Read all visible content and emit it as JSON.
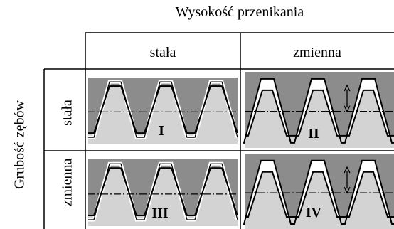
{
  "title": "Wysokość przenikania",
  "side_title": "Grubość zębów",
  "columns": [
    "stała",
    "zmienna"
  ],
  "rows": [
    "stała",
    "zmienna"
  ],
  "cells": [
    {
      "label": "I",
      "mode": "plain"
    },
    {
      "label": "II",
      "mode": "outline",
      "arrow": true
    },
    {
      "label": "III",
      "mode": "plain"
    },
    {
      "label": "IV",
      "mode": "outline",
      "arrow": true
    }
  ],
  "colors": {
    "dark": "#8c8c8c",
    "light": "#d3d3d3",
    "line": "#000000"
  }
}
